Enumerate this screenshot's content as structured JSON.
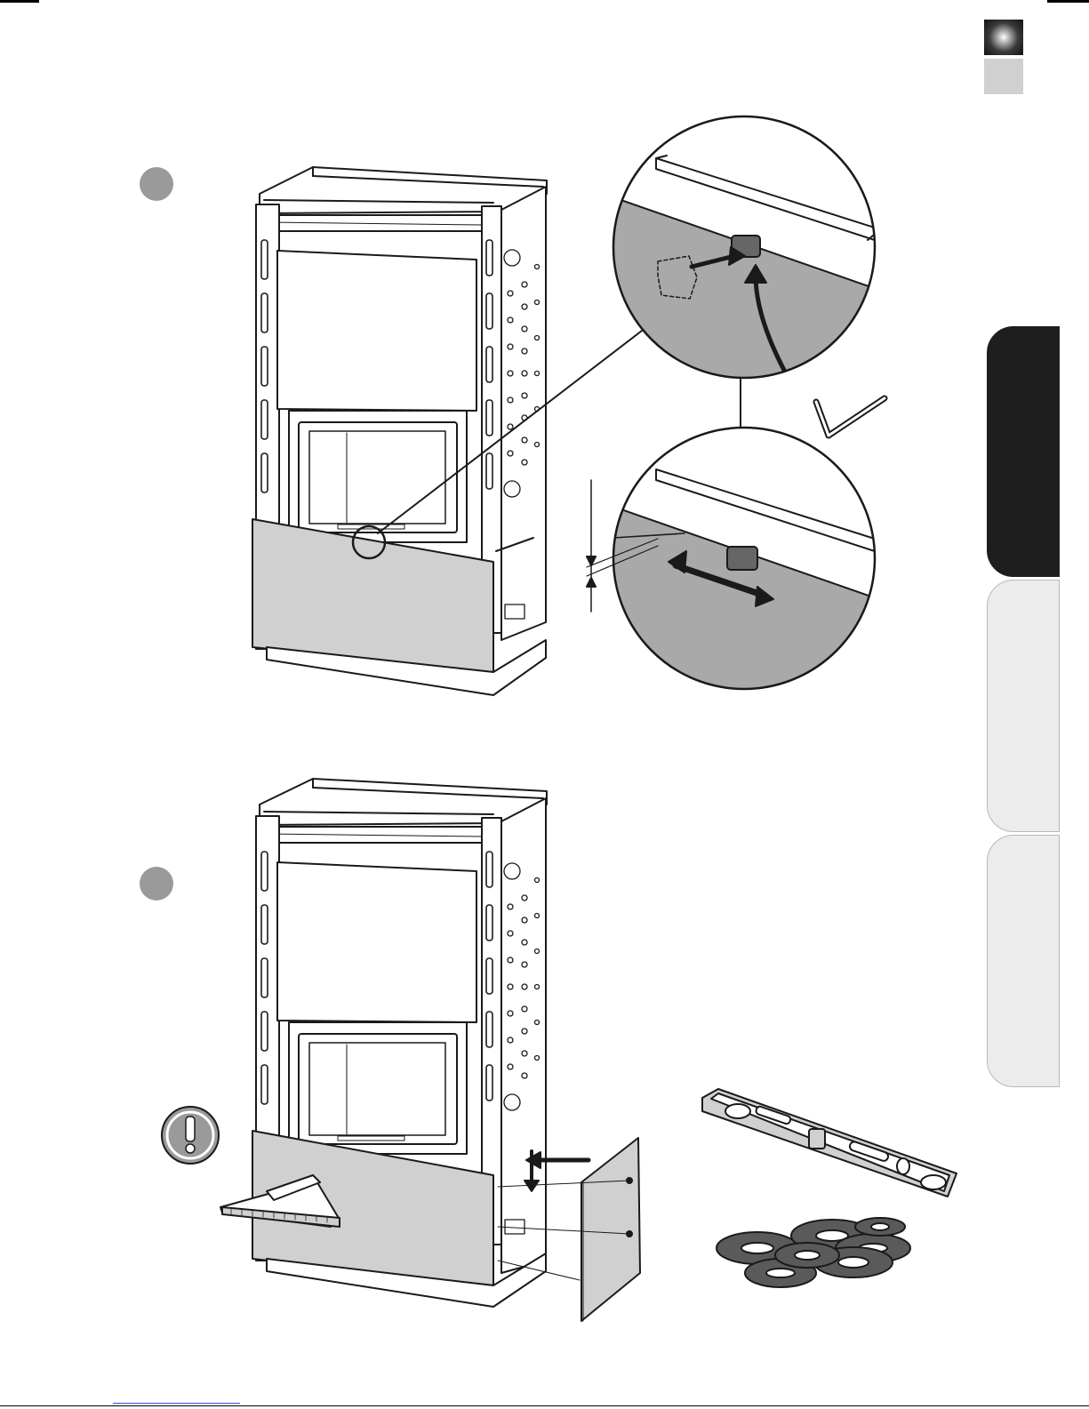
{
  "page": {
    "background": "#ffffff"
  },
  "sidebar": {
    "tabs": [
      {
        "label": "",
        "state": "active",
        "color": "#1e1e1e"
      },
      {
        "label": "",
        "state": "inactive",
        "color": "#ececec"
      },
      {
        "label": "",
        "state": "inactive",
        "color": "#ececec"
      }
    ]
  },
  "step1": {
    "marker": "",
    "icons": [
      "fireplace-frame-icon",
      "magnifier-detail-icon",
      "hex-key-icon",
      "adjustment-arrow-icon"
    ]
  },
  "step2": {
    "marker": "",
    "icons": [
      "fireplace-frame-icon",
      "warning-icon",
      "spirit-level-icon",
      "square-ruler-icon",
      "washers-icon",
      "side-panel-icon"
    ]
  },
  "colors": {
    "panel_gray": "#d0d0d0",
    "detail_gray": "#a9a9a9",
    "line": "#1a1a1a",
    "accent_link": "#3b4fe0"
  }
}
